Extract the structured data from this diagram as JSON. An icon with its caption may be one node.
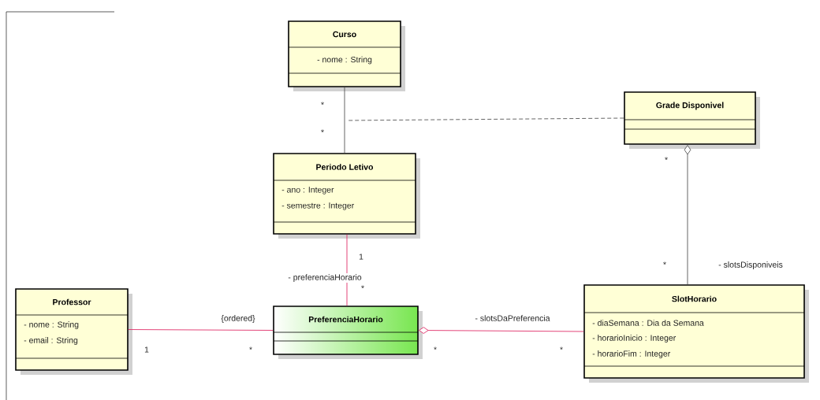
{
  "diagram": {
    "nodes": [
      {
        "text": [
          "Curso",
          "- nome : String"
        ]
      },
      {
        "text": [
          "Grade Disponivel"
        ]
      },
      {
        "text": [
          "Periodo Letivo",
          "- ano : Integer",
          "- semestre : Integer"
        ]
      },
      {
        "text": [
          "Professor",
          "- nome : String",
          "- email : String"
        ]
      },
      {
        "text": [
          "PreferenciaHorario"
        ]
      },
      {
        "text": [
          "SlotHorario",
          "- diaSemana : Dia da Semana",
          "- horarioInicio : Integer",
          "- horarioFim : Integer"
        ]
      }
    ],
    "edges": [
      {
        "from": 0,
        "to": 2,
        "arrow": "none",
        "color": "#555555"
      },
      {
        "from": 1,
        "to": null,
        "arrow": "none",
        "style": "dashed",
        "color": "#555555"
      },
      {
        "from": 1,
        "to": 5,
        "arrow": "other",
        "label": "- slotsDisponiveis",
        "color": "#555555"
      },
      {
        "from": 2,
        "to": 4,
        "arrow": "none",
        "label": "- preferenciaHorario",
        "color": "#e0306a"
      },
      {
        "from": 3,
        "to": 4,
        "arrow": "none",
        "label": "{ordered}",
        "color": "#e0306a"
      },
      {
        "from": 4,
        "to": 5,
        "arrow": "other",
        "label": "- slotsDaPreferencia",
        "color": "#e0306a"
      }
    ],
    "labels": [
      "*",
      "*",
      "*",
      "1",
      "*",
      "*",
      "1",
      "*",
      "*",
      "*"
    ]
  }
}
